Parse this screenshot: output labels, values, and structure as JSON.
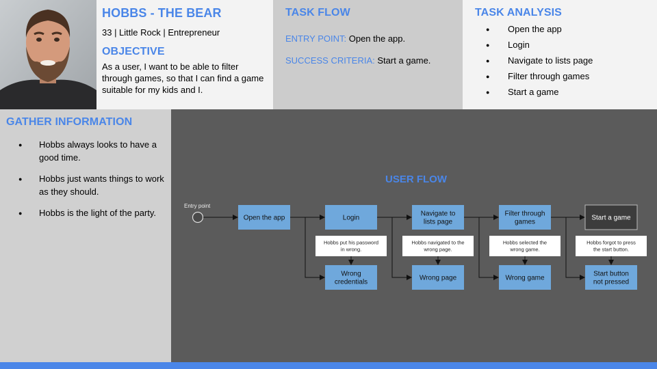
{
  "persona": {
    "name": "HOBBS - THE BEAR",
    "meta": "33 | Little Rock | Entrepreneur",
    "objective_title": "OBJECTIVE",
    "objective_text": "As a user, I want to be able to filter through games, so that I can find a game suitable for my kids and I."
  },
  "task_flow": {
    "title": "TASK FLOW",
    "entry_label": "ENTRY POINT:",
    "entry_value": "Open the app.",
    "success_label": "SUCCESS CRITERIA:",
    "success_value": "Start a game."
  },
  "task_analysis": {
    "title": "TASK ANALYSIS",
    "items": [
      "Open the app",
      "Login",
      "Navigate to lists page",
      "Filter through games",
      "Start a game"
    ]
  },
  "gather": {
    "title": "GATHER INFORMATION",
    "items": [
      "Hobbs always looks to have a good time.",
      "Hobbs just wants things to work as they should.",
      "Hobbs is the light of the party."
    ]
  },
  "user_flow": {
    "title": "USER FLOW",
    "entry_label": "Entry point",
    "steps": [
      {
        "label": [
          "Open the app"
        ]
      },
      {
        "label": [
          "Login"
        ],
        "note": [
          "Hobbs put his password",
          "in wrong."
        ],
        "error": [
          "Wrong",
          "credentials"
        ]
      },
      {
        "label": [
          "Navigate to",
          "lists page"
        ],
        "note": [
          "Hobbs navigated to the",
          "wrong page."
        ],
        "error": [
          "Wrong page"
        ]
      },
      {
        "label": [
          "Filter through",
          "games"
        ],
        "note": [
          "Hobbs selected the",
          "wrong game."
        ],
        "error": [
          "Wrong game"
        ]
      },
      {
        "label": [
          "Start a game"
        ],
        "note": [
          "Hobbs forgot to press",
          "the start button."
        ],
        "error": [
          "Start button",
          "not pressed"
        ],
        "final": true
      }
    ]
  },
  "colors": {
    "accent": "#4a86e8",
    "flow_box": "#6fa8dc",
    "flow_bg": "#5b5b5b",
    "final_box": "#3c3c3c",
    "note_box": "#ffffff"
  }
}
